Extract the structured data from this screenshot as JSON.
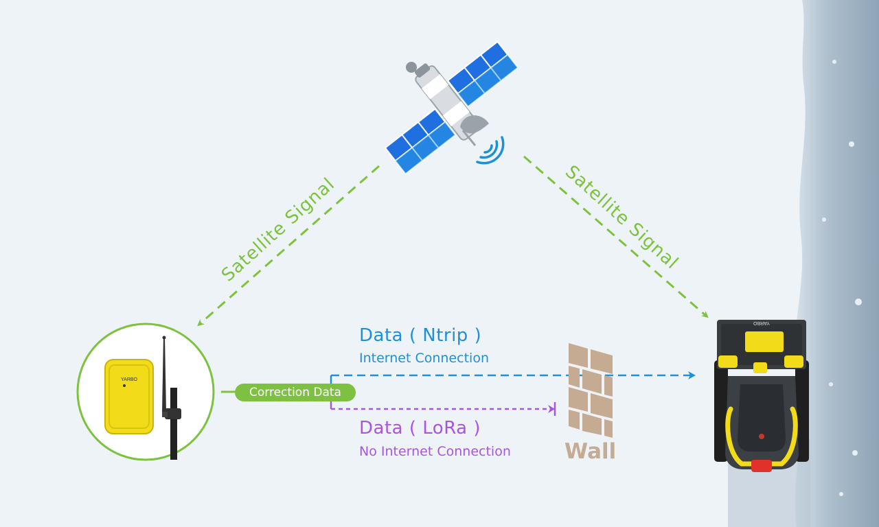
{
  "labels": {
    "satellite_left": "Satellite Signal",
    "satellite_right": "Satellite Signal",
    "correction": "Correction Data",
    "ntrip_title": "Data ( Ntrip )",
    "ntrip_sub": "Internet Connection",
    "lora_title": "Data ( LoRa )",
    "lora_sub": "No Internet Connection",
    "wall": "Wall",
    "base_brand": "YARBO",
    "robot_brand": "YARBO"
  },
  "colors": {
    "satellite_signal": "#7cc23d",
    "ntrip": "#1e90d6",
    "lora": "#a855e0",
    "wall": "#c4ab92",
    "device_yellow": "#f2dc1a"
  }
}
